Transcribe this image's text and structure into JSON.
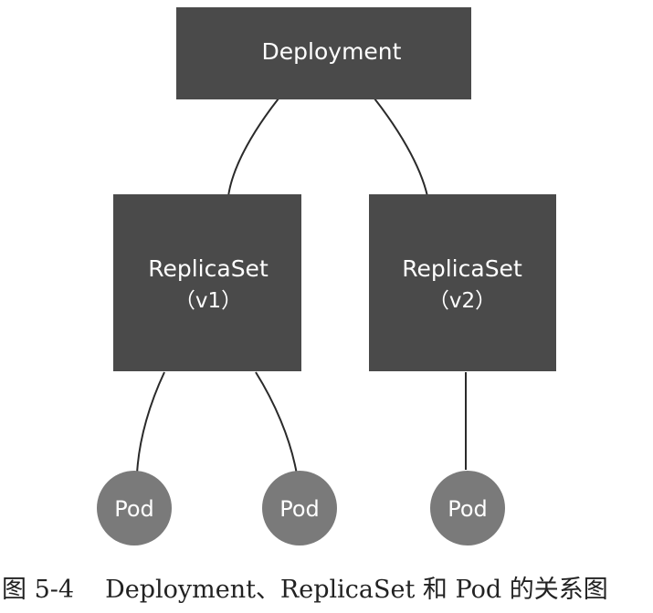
{
  "colors": {
    "box_fill": "#4a4a4a",
    "pod_fill": "#7a7a7a",
    "line": "#2a2a2a",
    "label": "#ffffff"
  },
  "nodes": {
    "deployment": {
      "label": "Deployment"
    },
    "replicaset_v1": {
      "label": "ReplicaSet",
      "version": "（v1）"
    },
    "replicaset_v2": {
      "label": "ReplicaSet",
      "version": "（v2）"
    },
    "pod_1": {
      "label": "Pod"
    },
    "pod_2": {
      "label": "Pod"
    },
    "pod_3": {
      "label": "Pod"
    }
  },
  "caption": {
    "number": "图 5-4",
    "text": "Deployment、ReplicaSet 和 Pod 的关系图"
  }
}
